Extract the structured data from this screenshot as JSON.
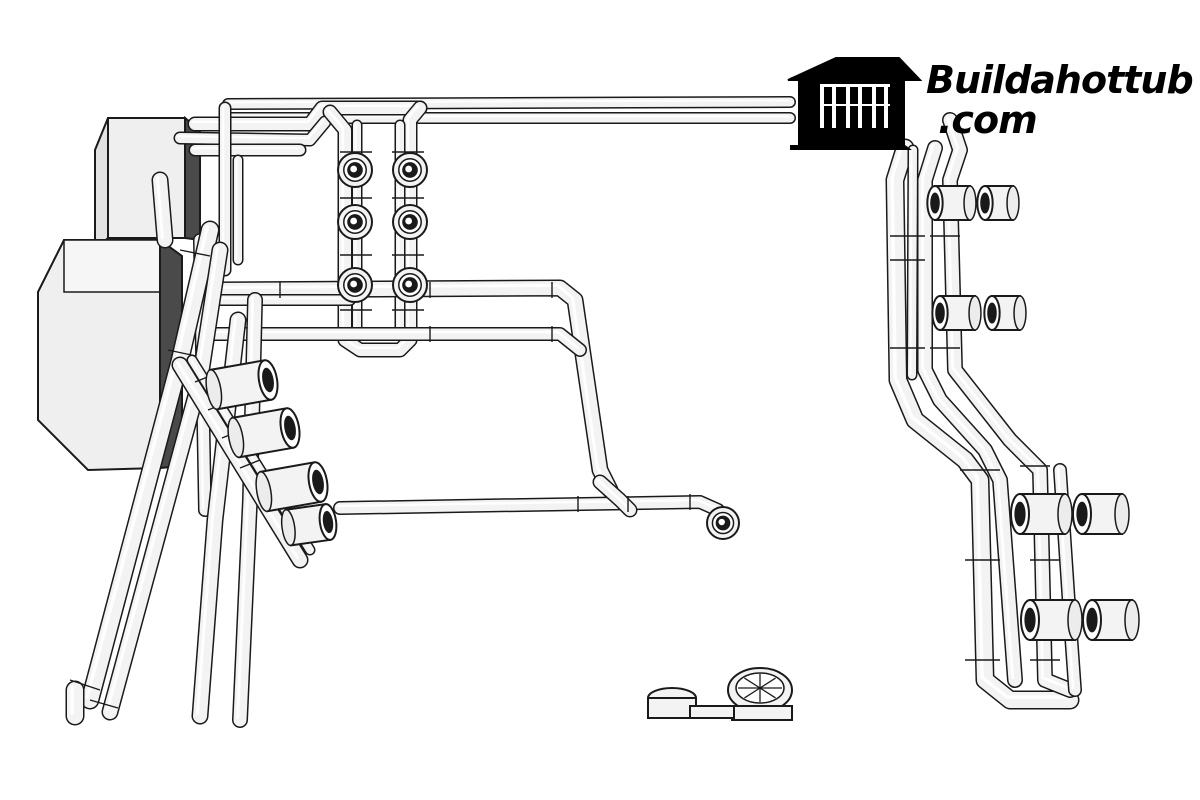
{
  "logo": {
    "line1": "Buildahottub",
    "line2": ".com",
    "color": "#000000"
  },
  "colors": {
    "background": "#ffffff",
    "pipe_fill": "#f3f3f3",
    "outline": "#1a1a1a",
    "box_front": "#efefef",
    "box_side": "#4a4a4a"
  },
  "scene": {
    "subject": "hot tub plumbing layout",
    "components": [
      "control-box",
      "heater-box",
      "jet-manifold",
      "side-jet-bank",
      "right-jet-bank",
      "air-blower-line",
      "suction-drains",
      "return-fitting"
    ]
  }
}
